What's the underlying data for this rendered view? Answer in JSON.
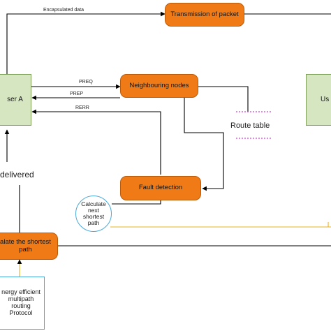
{
  "nodes": {
    "transmission": "Transmission of packet",
    "neighbouring": "Neighbouring nodes",
    "fault": "Fault detection",
    "calculate_shortest": "alate the shortest path",
    "user_a": "ser A",
    "user_right": "Us",
    "calc_next": "Calculate next shortest path",
    "protocol": "nergy efficient multipath routing Protocol"
  },
  "labels": {
    "encapsulated": "Encapsulated data",
    "preq": "PREQ",
    "prep": "PREP",
    "rerr": "RERR",
    "route_table": "Route table",
    "delivered": "delivered"
  },
  "colors": {
    "process_fill": "#f07b16",
    "user_fill": "#d5e6c0",
    "accent_blue": "#4aa8d8",
    "accent_yellow": "#e8b020",
    "accent_pink": "#d040d0"
  }
}
